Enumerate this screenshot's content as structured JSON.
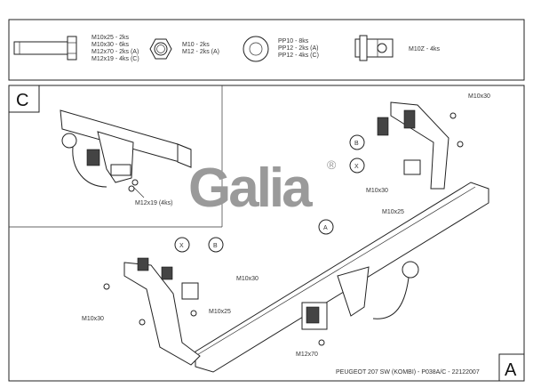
{
  "legend": {
    "bolts": [
      "M10x25 - 2ks",
      "M10x30 - 6ks",
      "M12x70 - 2ks (A)",
      "M12x19 - 4ks (C)"
    ],
    "nuts": [
      "M10 - 2ks",
      "M12 - 2ks (A)"
    ],
    "washers": [
      "PP10 - 8ks",
      "PP12 - 2ks (A)",
      "PP12 - 4ks (C)"
    ],
    "clips": [
      "M10Z - 4ks"
    ]
  },
  "detail_c": {
    "label": "C",
    "callout": "M12x19 (4ks)"
  },
  "logo": {
    "text": "Galia",
    "mark": "®"
  },
  "callouts": {
    "right_top_bolt": "M10x30",
    "right_bracket_b": "B",
    "right_bracket_x": "X",
    "right_m10x30": "M10x30",
    "right_m10x25": "M10x25",
    "center_a": "A",
    "left_x": "X",
    "left_b": "B",
    "left_m10x30_right": "M10x30",
    "left_m10x30": "M10x30",
    "left_m10x25": "M10x25",
    "ball_m12x70": "M12x70"
  },
  "title_block": {
    "caption": "PEUGEOT 207 SW (KOMBI) - P038A/C - 22122007",
    "sheet": "A"
  }
}
